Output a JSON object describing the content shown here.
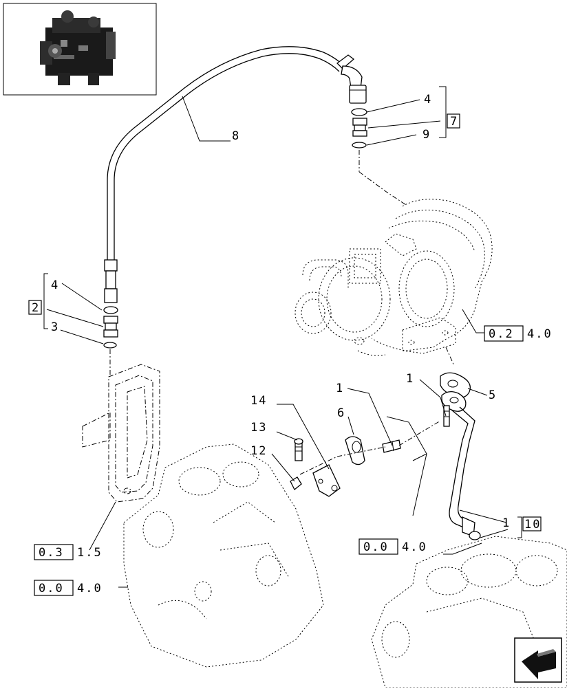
{
  "callouts": {
    "c1a": "1",
    "c1b": "1",
    "c1c": "1",
    "c3": "3",
    "c4a": "4",
    "c4b": "4",
    "c5": "5",
    "c6": "6",
    "c8": "8",
    "c9": "9",
    "c12": "12",
    "c13": "13",
    "c14": "14"
  },
  "group_labels": {
    "g2": "2",
    "g7": "7",
    "g10": "10"
  },
  "references": {
    "ref_turbo": {
      "boxed": "0.2",
      "rest": "4.0"
    },
    "ref_front_cover": {
      "boxed": "0.3",
      "rest": "1.5"
    },
    "ref_block_left": {
      "boxed": "0.0",
      "rest": "4.0"
    },
    "ref_block_right": {
      "boxed": "0.0",
      "rest": "4.0"
    }
  },
  "icons": {
    "thumbnail": "engine-thumbnail-icon",
    "nav": "arrow-nav-icon"
  }
}
